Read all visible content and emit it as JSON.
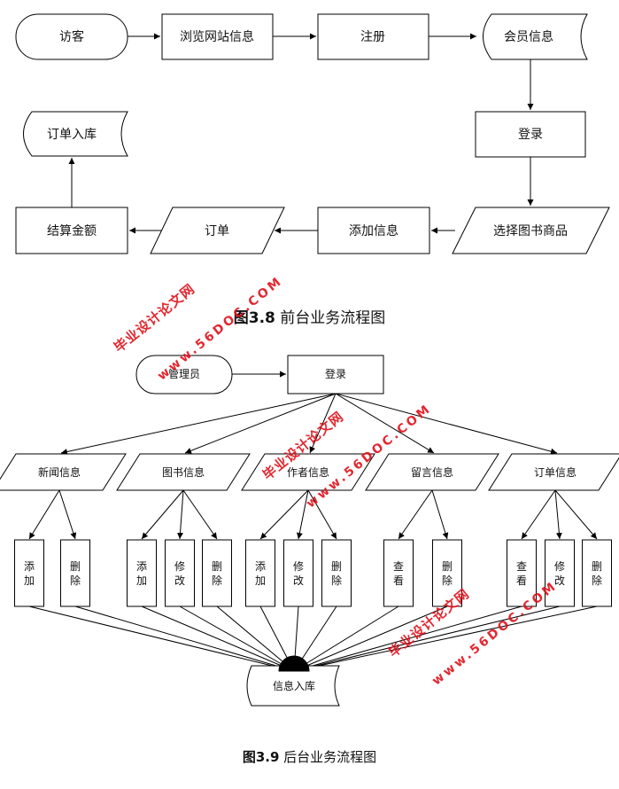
{
  "fig1": {
    "caption_num": "图3.8",
    "caption_text": " 前台业务流程图",
    "visitor": "访客",
    "browse": "浏览网站信息",
    "register": "注册",
    "member_info": "会员信息",
    "login": "登录",
    "select_goods": "选择图书商品",
    "add_info": "添加信息",
    "order": "订单",
    "settle": "结算金额",
    "order_store": "订单入库"
  },
  "fig2": {
    "caption_num": "图3.9",
    "caption_text": " 后台业务流程图",
    "admin": "管理员",
    "login": "登录",
    "categories": [
      {
        "label": "新闻信息",
        "actions": [
          "添加",
          "删除"
        ]
      },
      {
        "label": "图书信息",
        "actions": [
          "添加",
          "修改",
          "删除"
        ]
      },
      {
        "label": "作者信息",
        "actions": [
          "添加",
          "修改",
          "删除"
        ]
      },
      {
        "label": "留言信息",
        "actions": [
          "查看",
          "删除"
        ]
      },
      {
        "label": "订单信息",
        "actions": [
          "查看",
          "修改",
          "删除"
        ]
      }
    ],
    "store": "信息入库"
  },
  "watermark": {
    "cn": "毕业设计论文网",
    "en": "www.56DOC.COM",
    "color": "#e0101a"
  }
}
